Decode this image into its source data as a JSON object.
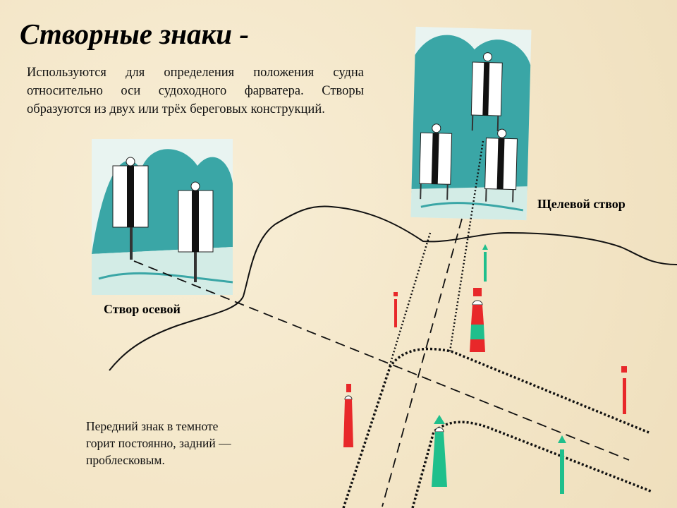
{
  "slide": {
    "title": "Створные знаки -",
    "intro": "Используются для определения положения судна относительно оси судоходного фарватера. Створы образуются из двух или трёх береговых конструкций.",
    "caption_axial": "Створ осевой",
    "caption_slot": "Щелевой створ",
    "note_lines": [
      "Передний знак в темноте",
      "горит постоянно, задний —",
      "проблесковым."
    ]
  },
  "colors": {
    "background": "#f6ead0",
    "teal": "#3aa6a6",
    "red": "#e8282a",
    "green": "#1fbf8c"
  }
}
